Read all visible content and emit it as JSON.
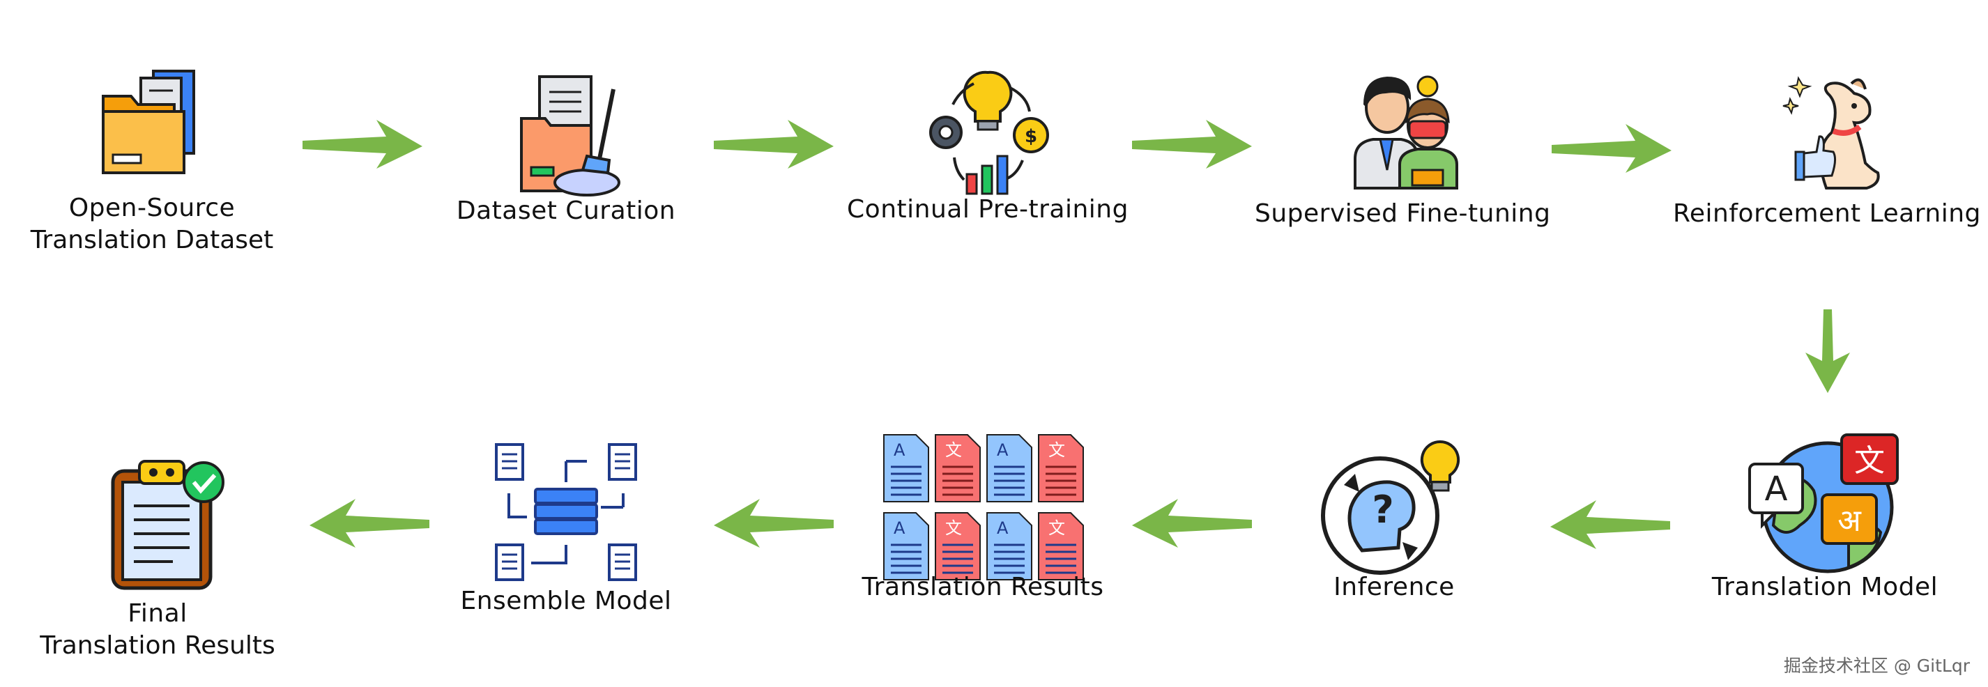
{
  "nodes": {
    "open_source_dataset": [
      "Open-Source",
      "Translation Dataset"
    ],
    "dataset_curation": "Dataset Curation",
    "continual_pretraining": "Continual Pre-training",
    "supervised_finetuning": "Supervised Fine-tuning",
    "reinforcement_learning": "Reinforcement Learning",
    "translation_model": "Translation Model",
    "inference": "Inference",
    "translation_results": "Translation Results",
    "ensemble_model": "Ensemble Model",
    "final_results": [
      "Final",
      "Translation Results"
    ]
  },
  "icons": {
    "open_source_dataset": "folder-documents-icon",
    "dataset_curation": "folder-broom-icon",
    "continual_pretraining": "lightbulb-cycle-icon",
    "supervised_finetuning": "teacher-student-icon",
    "reinforcement_learning": "dog-thumbs-up-icon",
    "translation_model": "globe-language-icon",
    "inference": "question-head-icon",
    "translation_results": "translated-documents-icon",
    "ensemble_model": "server-documents-icon",
    "final_results": "clipboard-check-icon"
  },
  "icon_glyphs": {
    "latin": "A",
    "chinese": "文",
    "hindi": "अ"
  },
  "colors": {
    "arrow": "#7ab648",
    "outline": "#1e1e1e"
  },
  "watermark": "掘金技术社区 @ GitLqr"
}
